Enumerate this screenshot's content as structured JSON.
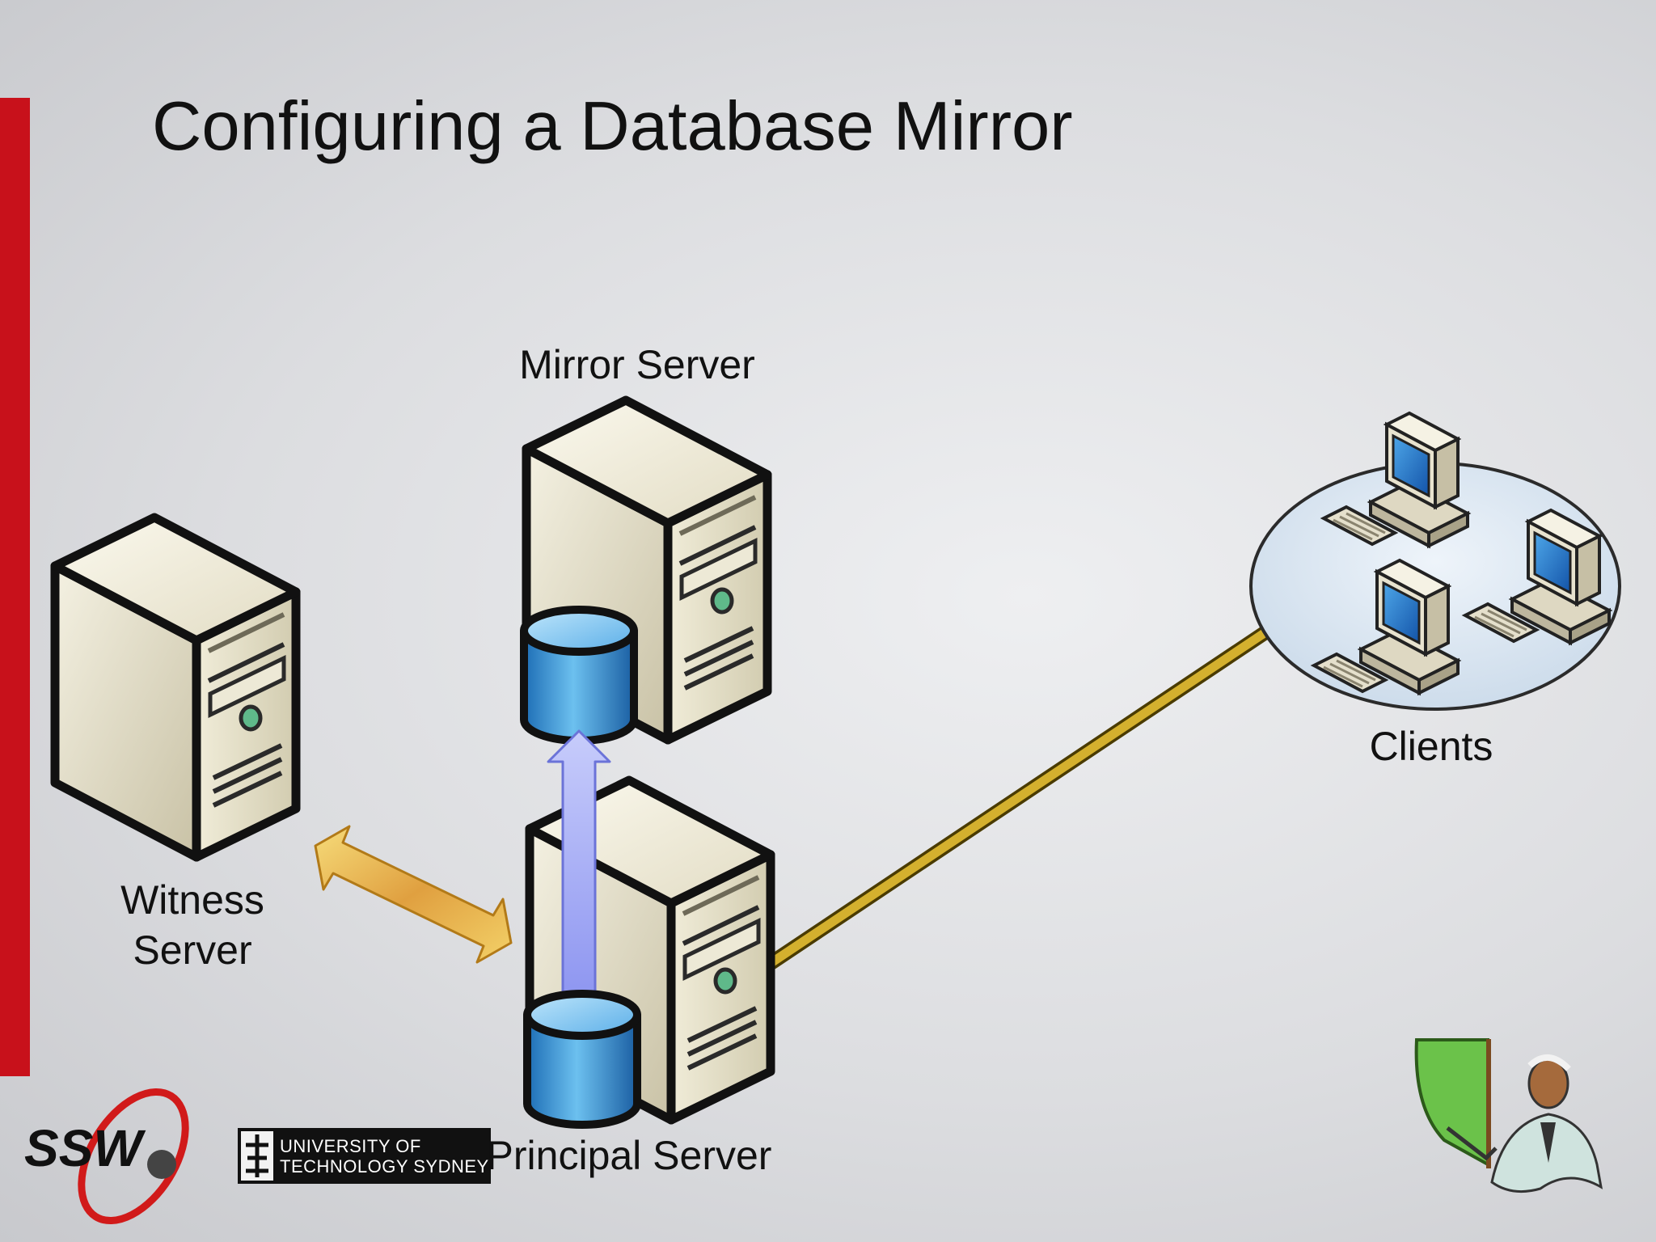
{
  "slide": {
    "title": "Configuring a Database Mirror",
    "accent_color": "#c8111b"
  },
  "nodes": {
    "mirror": {
      "label": "Mirror Server"
    },
    "witness": {
      "label": "Witness\nServer"
    },
    "principal": {
      "label": "Principal Server"
    },
    "clients": {
      "label": "Clients"
    }
  },
  "logos": {
    "ssw": {
      "text": "SSW"
    },
    "uts": {
      "text": "UNIVERSITY OF\nTECHNOLOGY SYDNEY"
    }
  },
  "icons": [
    "server-icon",
    "database-cylinder-icon",
    "desktop-computer-icon",
    "presenter-clipart-icon"
  ]
}
